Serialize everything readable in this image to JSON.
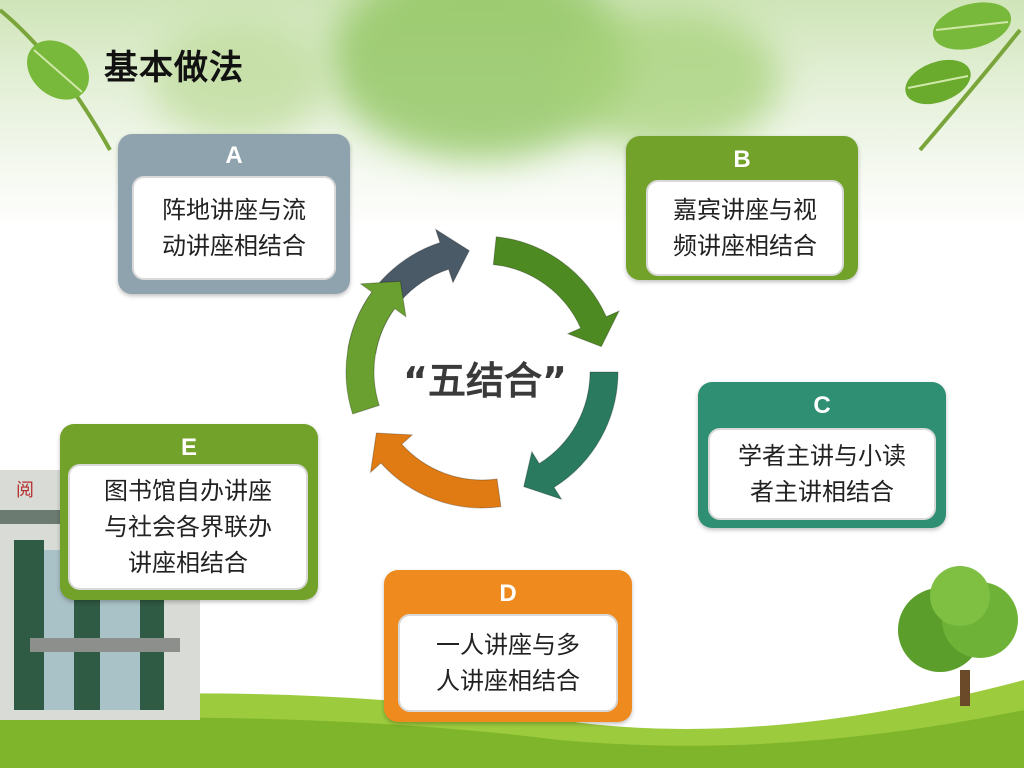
{
  "title": "基本做法",
  "center": {
    "label": "“五结合”"
  },
  "items": [
    {
      "letter": "A",
      "text_lines": [
        "阵地讲座与流",
        "动讲座相结合"
      ],
      "color": "#8fa3ae"
    },
    {
      "letter": "B",
      "text_lines": [
        "嘉宾讲座与视",
        "频讲座相结合"
      ],
      "color": "#72a22a"
    },
    {
      "letter": "C",
      "text_lines": [
        "学者主讲与小读",
        "者主讲相结合"
      ],
      "color": "#2e8f73"
    },
    {
      "letter": "D",
      "text_lines": [
        "一人讲座与多",
        "人讲座相结合"
      ],
      "color": "#ee8a1e"
    },
    {
      "letter": "E",
      "text_lines": [
        "图书馆自办讲座",
        "与社会各界联办",
        "讲座相结合"
      ],
      "color": "#72a22a"
    }
  ],
  "arrow_colors": [
    "#4a5a66",
    "#4e8a22",
    "#2a7a60",
    "#e07b14",
    "#6aa030"
  ]
}
